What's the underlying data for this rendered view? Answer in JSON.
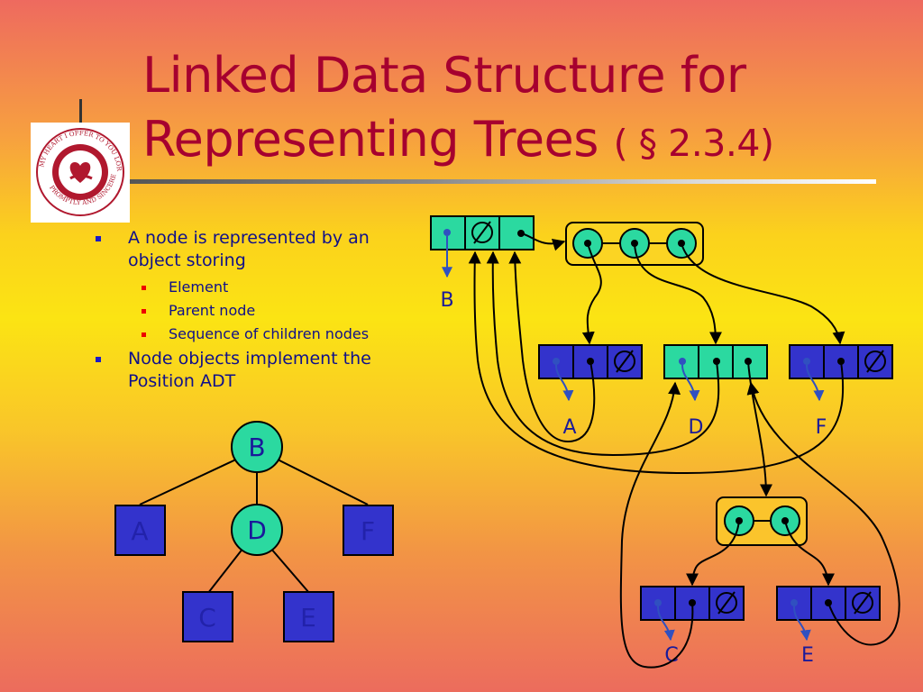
{
  "slide": {
    "title_line1": "Linked Data Structure for",
    "title_line2": "Representing Trees",
    "title_ref": "( § 2.3.4)",
    "logo": {
      "type": "seal",
      "text": "MY HEART I OFFER TO YOU LORD PROMPTLY AND SINCERELY",
      "color": "#b0182e"
    }
  },
  "bullets": [
    {
      "text": "A node is represented by an object storing",
      "sub": [
        "Element",
        "Parent node",
        "Sequence of children nodes"
      ]
    },
    {
      "text": "Node objects implement the Position ADT",
      "sub": []
    }
  ],
  "tree": {
    "nodes": [
      {
        "id": "B",
        "label": "B",
        "shape": "circle"
      },
      {
        "id": "A",
        "label": "A",
        "shape": "square"
      },
      {
        "id": "D",
        "label": "D",
        "shape": "circle"
      },
      {
        "id": "F",
        "label": "F",
        "shape": "square"
      },
      {
        "id": "C",
        "label": "C",
        "shape": "square"
      },
      {
        "id": "E",
        "label": "E",
        "shape": "square"
      }
    ],
    "edges": [
      [
        "B",
        "A"
      ],
      [
        "B",
        "D"
      ],
      [
        "B",
        "F"
      ],
      [
        "D",
        "C"
      ],
      [
        "D",
        "E"
      ]
    ]
  },
  "structure": {
    "null_symbol": "∅",
    "element_labels": {
      "B": "B",
      "A": "A",
      "D": "D",
      "F": "F",
      "C": "C",
      "E": "E"
    }
  },
  "colors": {
    "title": "#a6002f",
    "text": "#10108a",
    "teal": "#2bd9a0",
    "blue": "#3333cc",
    "label": "#1a1a9a"
  }
}
